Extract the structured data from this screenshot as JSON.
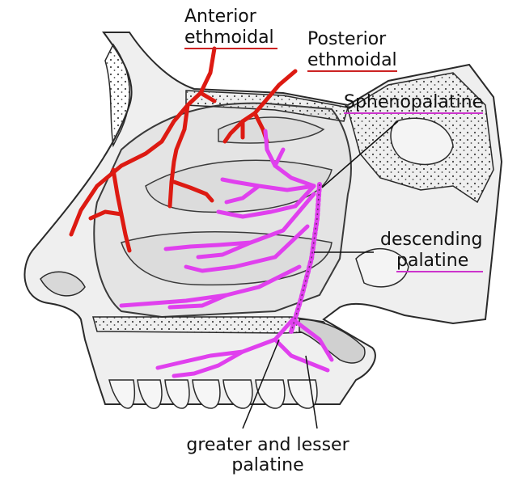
{
  "colors": {
    "ethmoidal_branches": "#dd1a12",
    "sphenopalatine_branches": "#e040ee",
    "anatomy_outline": "#2a2a2a",
    "anatomy_fill": "#e6e6e6",
    "label_text": "#111111",
    "underline_red": "#cc2222",
    "underline_magenta": "#cc33cc"
  },
  "labels": {
    "anterior_ethmoidal": [
      "Anterior",
      "ethmoidal"
    ],
    "posterior_ethmoidal": [
      "Posterior",
      "ethmoidal"
    ],
    "sphenopalatine": "Sphenopalatine",
    "descending_palatine": [
      "descending",
      "palatine"
    ],
    "greater_lesser_palatine": [
      "greater and lesser",
      "palatine"
    ]
  }
}
